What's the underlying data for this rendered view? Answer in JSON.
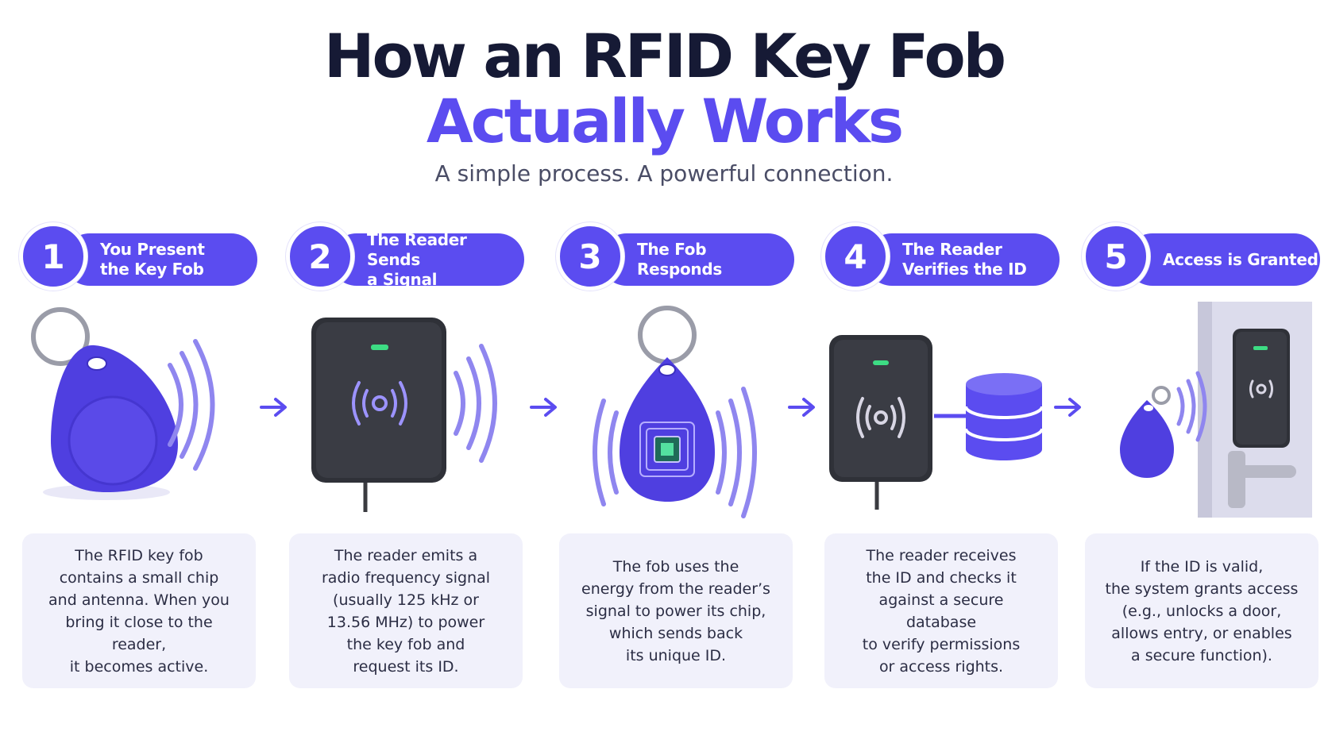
{
  "title": {
    "line1": "How an RFID Key Fob",
    "line2": "Actually Works",
    "subtitle": "A simple process. A powerful connection."
  },
  "colors": {
    "accent": "#5b4cf0",
    "dark": "#161a35",
    "card": "#f1f1fb",
    "led": "#3ddc84",
    "reader": "#2f3138"
  },
  "steps": [
    {
      "number": "1",
      "label": "You Present\nthe Key Fob",
      "icon": "key-fob-icon",
      "description": "The RFID key fob\ncontains a small chip\nand antenna. When you\nbring it close to the reader,\nit becomes active."
    },
    {
      "number": "2",
      "label": "The Reader Sends\na Signal",
      "icon": "rfid-reader-icon",
      "description": "The reader emits a\nradio frequency signal\n(usually 125 kHz or\n13.56 MHz) to power\nthe key fob and\nrequest its ID."
    },
    {
      "number": "3",
      "label": "The Fob Responds",
      "icon": "fob-chip-icon",
      "description": "The fob uses the\nenergy from the reader’s\nsignal to power its chip,\nwhich sends back\nits unique ID."
    },
    {
      "number": "4",
      "label": "The Reader\nVerifies the ID",
      "icon": "reader-database-icon",
      "description": "The reader receives\nthe ID and checks it\nagainst a secure database\nto verify permissions\nor access rights."
    },
    {
      "number": "5",
      "label": "Access is Granted",
      "icon": "door-access-icon",
      "description": "If the ID is valid,\nthe system grants access\n(e.g., unlocks a door,\nallows entry, or enables\na secure function)."
    }
  ]
}
